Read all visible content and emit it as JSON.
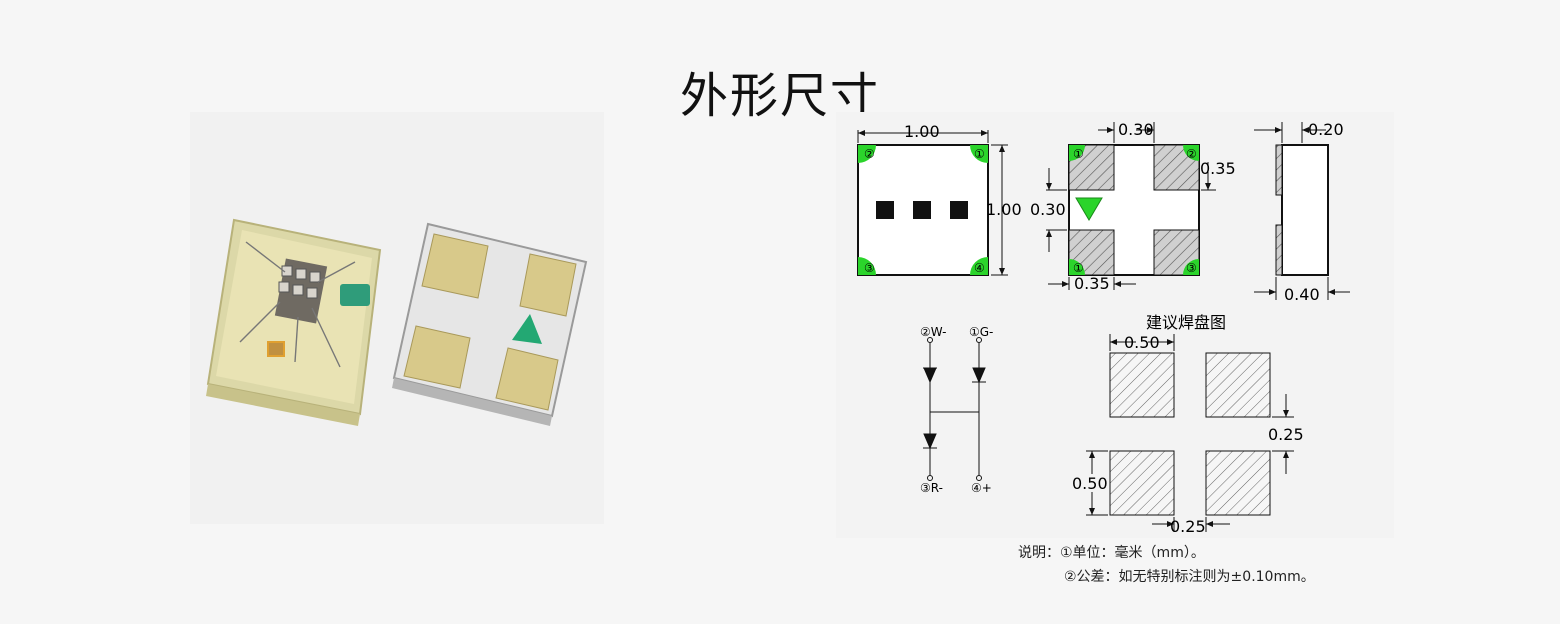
{
  "page": {
    "title": "外形尺寸"
  },
  "drawing": {
    "dims": {
      "top_width": "1.00",
      "top_height": "1.00",
      "bottom_pad_w": "0.30",
      "bottom_pad_h": "0.35",
      "bottom_gap": "0.30",
      "bottom_pad_w2": "0.35",
      "side_height": "0.20",
      "side_width": "0.40"
    },
    "pin_labels": [
      "①",
      "②",
      "③",
      "④"
    ],
    "circuit": {
      "pin_w": "②W-",
      "pin_g": "①G-",
      "pin_r": "③R-",
      "pin_plus": "④+"
    },
    "solder": {
      "title": "建议焊盘图",
      "pad_size_top": "0.50",
      "gap_v": "0.25",
      "pad_size_left": "0.50",
      "gap_h": "0.25"
    }
  },
  "notes": {
    "line1": "说明：①单位：毫米（mm）。",
    "line2": "②公差：如无特别标注则为±0.10mm。"
  },
  "colors": {
    "pad_green": "#2bd42b",
    "marker_green": "#1ea84a",
    "pad_gold": "#d8c98a",
    "triangle_green": "#23a873"
  }
}
